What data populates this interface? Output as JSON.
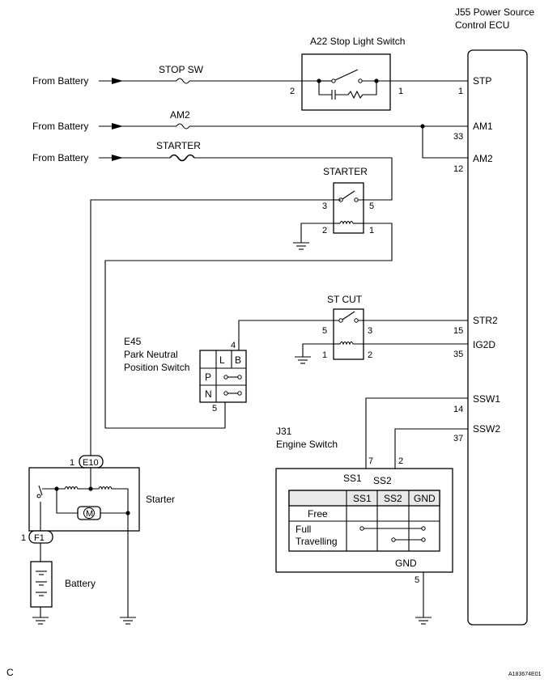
{
  "ecu": {
    "title_line1": "J55 Power Source",
    "title_line2": "Control ECU",
    "pins": {
      "stp": "STP",
      "am1": "AM1",
      "am2": "AM2",
      "str2": "STR2",
      "ig2d": "IG2D",
      "ssw1": "SSW1",
      "ssw2": "SSW2"
    },
    "pin_numbers": {
      "stp": "1",
      "am1": "33",
      "am2": "12",
      "str2": "15",
      "ig2d": "35",
      "ssw1": "14",
      "ssw2": "37"
    }
  },
  "sources": {
    "label1": "From Battery",
    "label2": "From Battery",
    "label3": "From Battery"
  },
  "fuses": {
    "stop_sw": "STOP SW",
    "am2": "AM2",
    "starter": "STARTER"
  },
  "stop_light_switch": {
    "title": "A22 Stop Light Switch",
    "pin_left": "2",
    "pin_right": "1"
  },
  "starter_relay": {
    "title": "STARTER",
    "pin3": "3",
    "pin5": "5",
    "pin2": "2",
    "pin1": "1"
  },
  "st_cut_relay": {
    "title": "ST CUT",
    "pin5": "5",
    "pin3": "3",
    "pin1": "1",
    "pin2": "2"
  },
  "park_neutral": {
    "title_line1": "E45",
    "title_line2": "Park Neutral",
    "title_line3": "Position Switch",
    "pin_top": "4",
    "pin_bottom": "5",
    "col_l": "L",
    "col_b": "B",
    "row_p": "P",
    "row_n": "N"
  },
  "engine_switch": {
    "title_line1": "J31",
    "title_line2": "Engine Switch",
    "pin7": "7",
    "pin2": "2",
    "ss1": "SS1",
    "ss2": "SS2",
    "gnd": "GND",
    "gnd_pin": "5",
    "table": {
      "headers": [
        "SS1",
        "SS2",
        "GND"
      ],
      "row_free": "Free",
      "row_full_1": "Full",
      "row_full_2": "Travelling"
    }
  },
  "starter": {
    "label": "Starter",
    "connector": "E10",
    "connector_pin": "1",
    "motor": "M"
  },
  "battery": {
    "label": "Battery",
    "connector": "F1",
    "connector_pin": "1"
  },
  "footer": {
    "left": "C",
    "right": "A183674E01"
  }
}
